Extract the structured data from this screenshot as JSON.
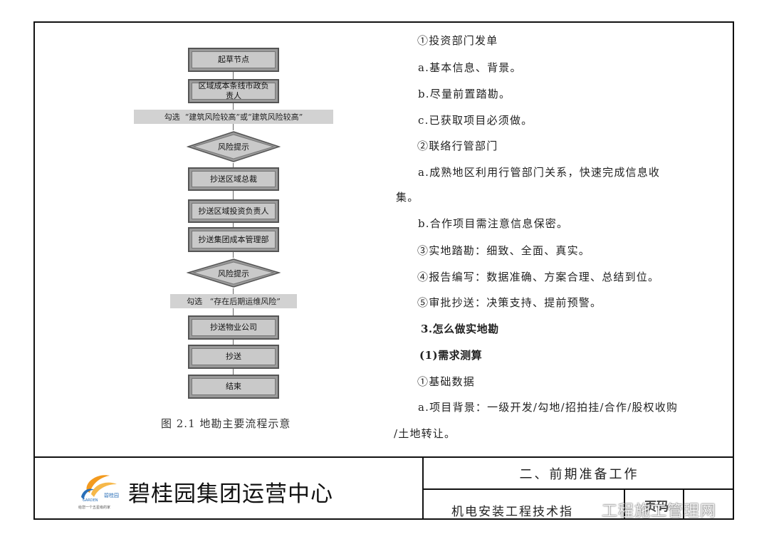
{
  "flowchart": {
    "nodes": [
      {
        "id": "n1",
        "type": "box",
        "label": "起草节点"
      },
      {
        "id": "n2",
        "type": "box",
        "label": "区域成本条线市政负责人"
      },
      {
        "id": "b1",
        "type": "band",
        "label": "勾选  “建筑风险较高”或“建筑风险较高”"
      },
      {
        "id": "d1",
        "type": "diamond",
        "label": "风险提示"
      },
      {
        "id": "n3",
        "type": "box",
        "label": "抄送区域总裁"
      },
      {
        "id": "n4",
        "type": "box",
        "label": "抄送区域投资负责人"
      },
      {
        "id": "n5",
        "type": "box",
        "label": "抄送集团成本管理部"
      },
      {
        "id": "d2",
        "type": "diamond",
        "label": "风险提示"
      },
      {
        "id": "b2",
        "type": "band",
        "label": "勾选   “存在后期运维风险”"
      },
      {
        "id": "n6",
        "type": "box",
        "label": "抄送物业公司"
      },
      {
        "id": "n7",
        "type": "box",
        "label": "抄送"
      },
      {
        "id": "n8",
        "type": "box",
        "label": "结束"
      }
    ],
    "caption": "图 2.1 地勘主要流程示意"
  },
  "content": {
    "lines": [
      "①投资部门发单",
      "a.基本信息、背景。",
      "b.尽量前置踏勘。",
      "c.已获取项目必须做。",
      "②联络行管部门",
      "a.成熟地区利用行管部门关系，快速完成信息收",
      "集。",
      "b.合作项目需注意信息保密。",
      "③实地踏勘：细致、全面、真实。",
      "④报告编写：数据准确、方案合理、总结到位。",
      "⑤审批抄送：决策支持、提前预警。",
      "3.怎么做实地勘",
      "(1)需求测算",
      "①基础数据",
      "a.项目背景：一级开发/勾地/招拍挂/合作/股权收购",
      "/土地转让。"
    ]
  },
  "footer": {
    "company": "碧桂园集团运营中心",
    "logo_text": "碧桂园",
    "logo_sub": "GARDEN",
    "logo_slogan": "给您一个五星级的家",
    "section": "二、前期准备工作",
    "book": "机电安装工程技术指",
    "page_no": "页码",
    "watermark": "工程施工管理网"
  },
  "colors": {
    "box_fill": "#c9c9c9",
    "box_border": "#555555",
    "band_fill": "#d2d2d2",
    "frame": "#111111",
    "logo_orange": "#f39a1e",
    "logo_blue": "#2a6fb8"
  }
}
